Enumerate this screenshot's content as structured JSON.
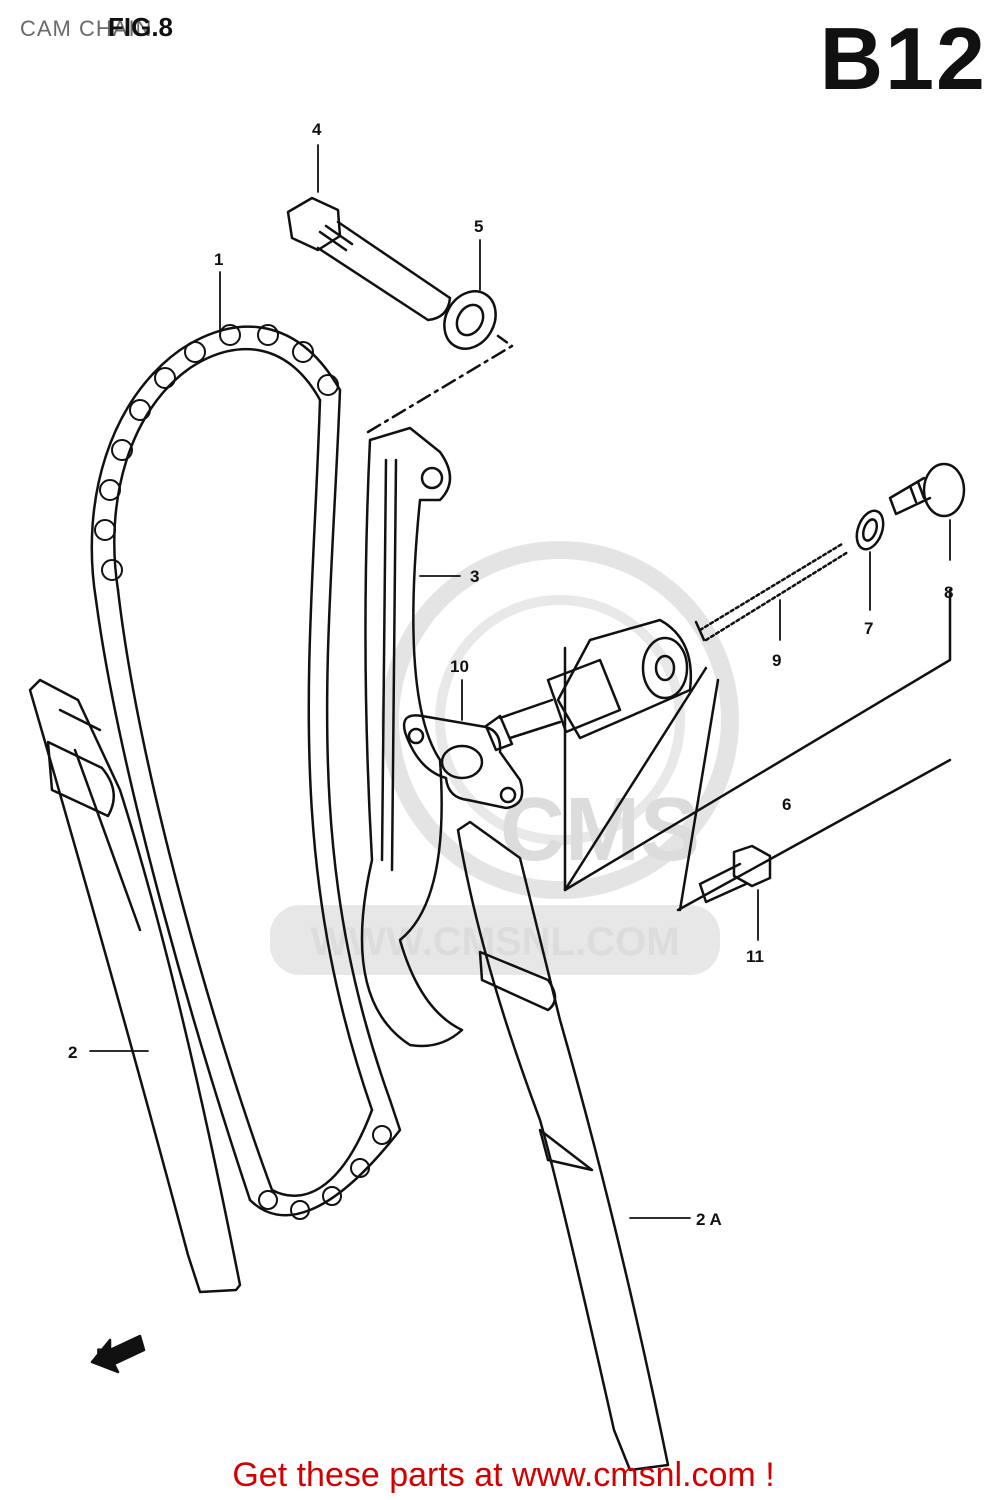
{
  "header": {
    "title": "CAM CHAIN",
    "figure": "FIG.8",
    "plate": "B12"
  },
  "watermark": {
    "text": "WWW.CMSNL.COM",
    "brand": "CMS"
  },
  "callouts": {
    "p1": "1",
    "p2": "2",
    "p2a": "2 A",
    "p3": "3",
    "p4": "4",
    "p5": "5",
    "p6": "6",
    "p7": "7",
    "p8": "8",
    "p9": "9",
    "p10": "10",
    "p11": "11"
  },
  "direction_marker": "F",
  "footer": {
    "text": "Get these parts at www.cmsnl.com !"
  },
  "colors": {
    "footer_text": "#d40000",
    "line": "#111111",
    "watermark": "#d9d9d9"
  }
}
